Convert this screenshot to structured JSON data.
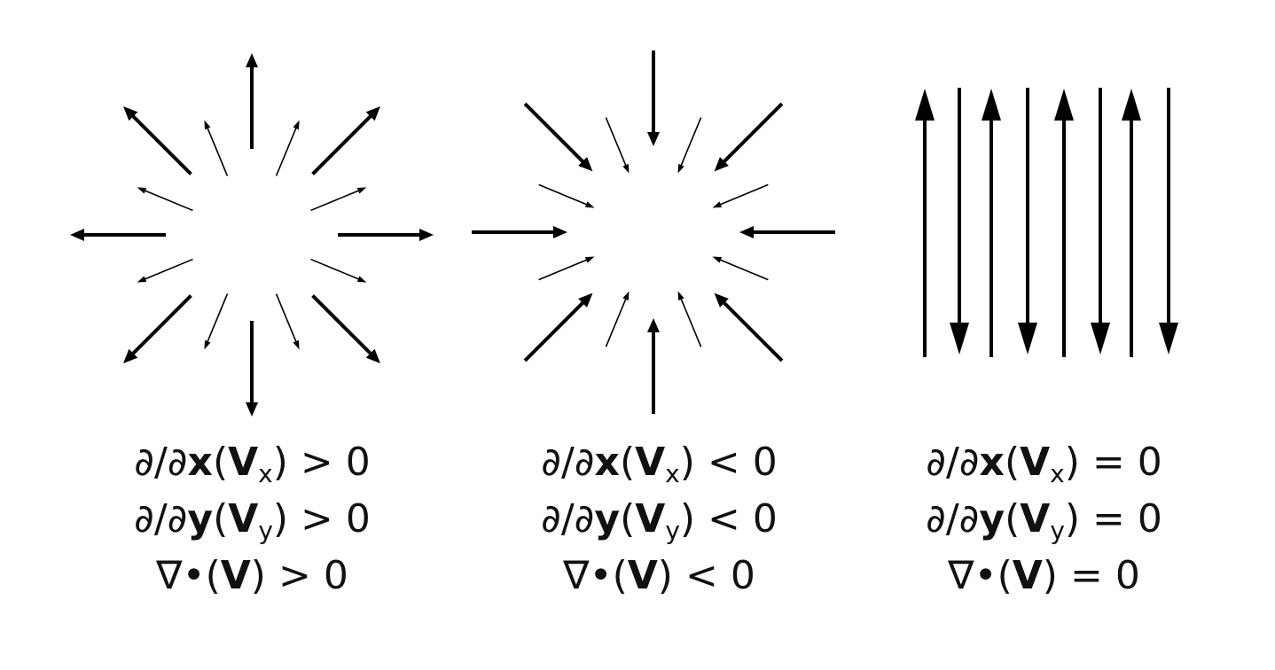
{
  "colors": {
    "ink": "#000000",
    "text": "#111111",
    "background": "#ffffff"
  },
  "panels": [
    {
      "kind": "source",
      "eq1": {
        "op": "∂/∂",
        "var": "x",
        "vec": "V",
        "sub": "x",
        "rel": ">",
        "rhs": "0"
      },
      "eq2": {
        "op": "∂/∂",
        "var": "y",
        "vec": "V",
        "sub": "y",
        "rel": ">",
        "rhs": "0"
      },
      "eq3": {
        "op": "∇•",
        "vec": "V",
        "rel": ">",
        "rhs": "0"
      }
    },
    {
      "kind": "sink",
      "eq1": {
        "op": "∂/∂",
        "var": "x",
        "vec": "V",
        "sub": "x",
        "rel": "<",
        "rhs": "0"
      },
      "eq2": {
        "op": "∂/∂",
        "var": "y",
        "vec": "V",
        "sub": "y",
        "rel": "<",
        "rhs": "0"
      },
      "eq3": {
        "op": "∇•",
        "vec": "V",
        "rel": "<",
        "rhs": "0"
      }
    },
    {
      "kind": "alternating",
      "eq1": {
        "op": "∂/∂",
        "var": "x",
        "vec": "V",
        "sub": "x",
        "rel": "=",
        "rhs": "0"
      },
      "eq2": {
        "op": "∂/∂",
        "var": "y",
        "vec": "V",
        "sub": "y",
        "rel": "=",
        "rhs": "0"
      },
      "eq3": {
        "op": "∇•",
        "vec": "V",
        "rel": "=",
        "rhs": "0"
      }
    }
  ]
}
